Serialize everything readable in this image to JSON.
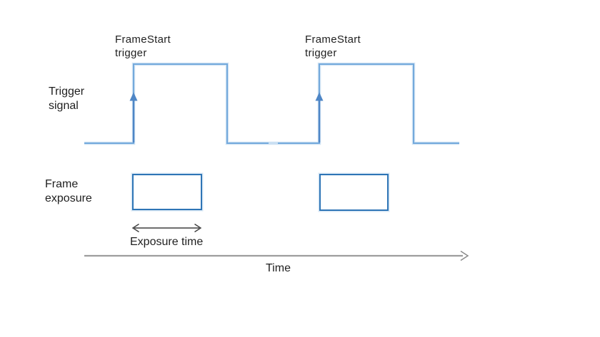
{
  "labels": {
    "framestart_trigger": "FrameStart\ntrigger",
    "trigger_signal": "Trigger\nsignal",
    "frame_exposure": "Frame\nexposure",
    "exposure_time": "Exposure time",
    "time": "Time"
  },
  "colors": {
    "signal": "#74a9dc",
    "signal_halo": "#c9dff2",
    "trigger_arrow": "#4e86c6",
    "box_border": "#2e75b6",
    "box_halo": "#bdd7ee",
    "measure_arrow": "#3f3f3f",
    "axis": "#9d9d9d",
    "axis_head": "#8a8a8a"
  }
}
